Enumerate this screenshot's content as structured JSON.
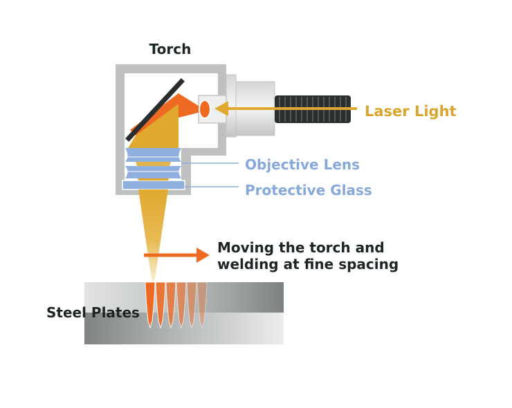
{
  "labels": {
    "torch": "Torch",
    "laser_light": "Laser Light",
    "objective_lens": "Objective Lens",
    "protective_glass": "Protective Glass",
    "moving_line1": "Moving the torch and",
    "moving_line2": "welding at fine spacing",
    "steel_plates": "Steel Plates"
  },
  "colors": {
    "laser": "#e0a82e",
    "laser_label": "#d9a52c",
    "orange": "#ee6a22",
    "lens": "#8fb0de",
    "lens_label": "#86a9da",
    "housing": "#bfc1c1",
    "text_dark": "#1d2424",
    "mirror": "#2a2d2e",
    "cable": "#2c2f30"
  },
  "weld_marks_count": 6
}
